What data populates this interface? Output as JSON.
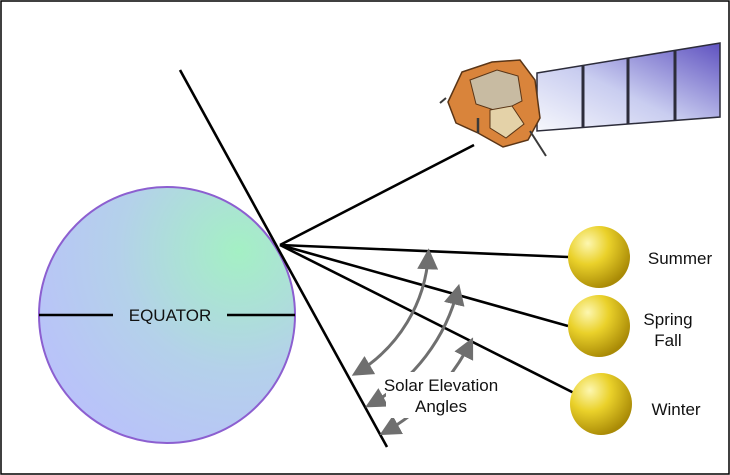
{
  "diagram": {
    "equator_label": "EQUATOR",
    "seasons": [
      {
        "id": "summer",
        "label_lines": [
          "Summer"
        ]
      },
      {
        "id": "spring-fall",
        "label_lines": [
          "Spring",
          "Fall"
        ]
      },
      {
        "id": "winter",
        "label_lines": [
          "Winter"
        ]
      }
    ],
    "angles_label_lines": [
      "Solar Elevation",
      "Angles"
    ]
  },
  "colors": {
    "frame": "#000000",
    "earth_fill_start": "#b9c6f7",
    "earth_fill_end": "#a8ecc7",
    "earth_stroke": "#8c5fd0",
    "sun_fill": "#e1c31a",
    "sun_highlight": "#fbf4a8",
    "sun_shadow": "#a88a06",
    "arrow": "#6f6f6f",
    "panel_light": "#f3f4fb",
    "panel_dark": "#6d5fc6",
    "satellite_body": "#d9843b"
  }
}
